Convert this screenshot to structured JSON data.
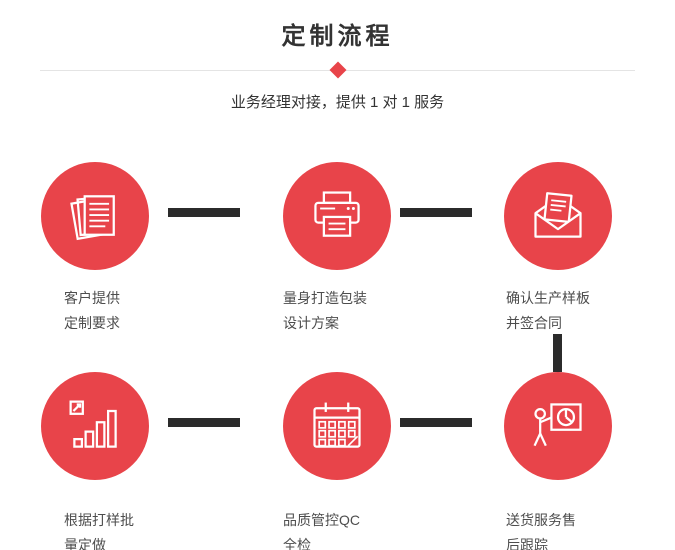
{
  "accent_color": "#e8444a",
  "connector_color": "#2b2b2b",
  "header": {
    "title": "定制流程",
    "subtitle": "业务经理对接，提供 1 对 1 服务"
  },
  "steps": [
    {
      "icon": "documents-icon",
      "lines": [
        "客户提供",
        "定制要求"
      ]
    },
    {
      "icon": "printer-icon",
      "lines": [
        "量身打造包装",
        "设计方案"
      ]
    },
    {
      "icon": "envelope-icon",
      "lines": [
        "确认生产样板",
        "并签合同"
      ]
    },
    {
      "icon": "bar-chart-icon",
      "lines": [
        "根据打样批",
        "量定做"
      ]
    },
    {
      "icon": "calendar-icon",
      "lines": [
        "品质管控QC",
        "全检"
      ]
    },
    {
      "icon": "presentation-icon",
      "lines": [
        "送货服务售",
        "后跟踪"
      ]
    }
  ]
}
